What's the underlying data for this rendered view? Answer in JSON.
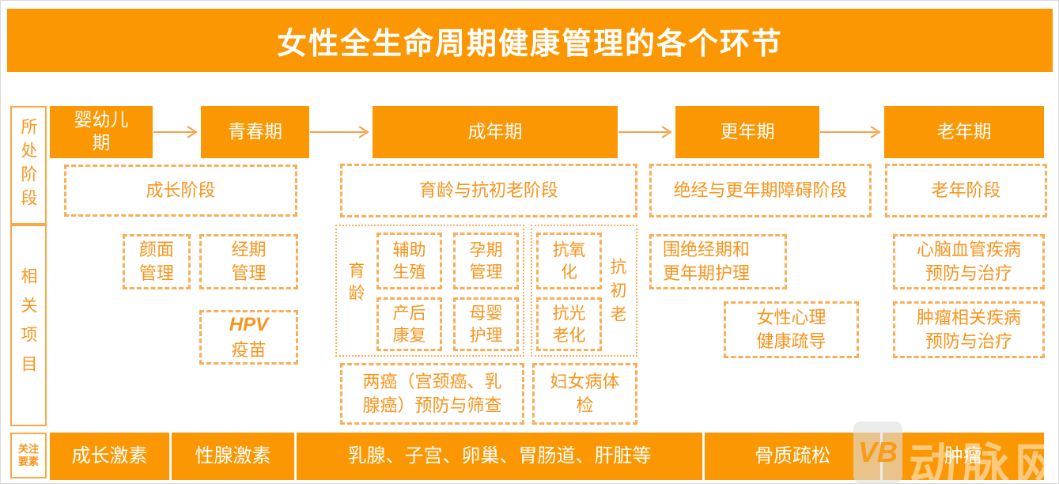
{
  "title": "女性全生命周期健康管理的各个环节",
  "colors": {
    "orange_fill": "#FB9702",
    "dashed_border": "#FBAE55",
    "orange_text": "#F8941D"
  },
  "sidebar": {
    "stage": "所处阶段",
    "projects": "相关项目",
    "focus": "关注\n要素"
  },
  "stages": [
    {
      "label": "婴幼儿\n期"
    },
    {
      "label": "青春期"
    },
    {
      "label": "成年期"
    },
    {
      "label": "更年期"
    },
    {
      "label": "老年期"
    }
  ],
  "stage_descriptions": [
    {
      "label": "成长阶段"
    },
    {
      "label": "育龄与抗初老阶段"
    },
    {
      "label": "绝经与更年期障碍阶段"
    },
    {
      "label": "老年阶段"
    }
  ],
  "projects": {
    "growth": {
      "face": "颜面\n管理",
      "period": "经期\n管理",
      "hpv_en": "HPV",
      "hpv_zh": "疫苗"
    },
    "adult": {
      "fertility_label": "育龄",
      "assisted_reproduction": "辅助\n生殖",
      "pregnancy": "孕期\n管理",
      "postpartum": "产后\n康复",
      "maternal_infant": "母婴\n护理",
      "anti_aging_label": "抗初老",
      "antioxidant": "抗氧\n化",
      "anti_photoaging": "抗光\n老化",
      "two_cancer": "两癌（宫颈癌、乳\n腺癌）预防与筛查",
      "gyn_checkup": "妇女病体\n检"
    },
    "menopause": {
      "perimenopause": "围绝经期和\n更年期护理",
      "mental_health": "女性心理\n健康疏导"
    },
    "elderly": {
      "cardiovascular": "心脑血管疾病\n预防与治疗",
      "tumor": "肿瘤相关疾病\n预防与治疗"
    }
  },
  "focus_items": [
    {
      "label": "成长激素"
    },
    {
      "label": "性腺激素"
    },
    {
      "label": "乳腺、子宫、卵巢、胃肠道、肝脏等"
    },
    {
      "label": "骨质疏松"
    },
    {
      "label": "肿瘤"
    }
  ],
  "watermark": {
    "logo": "VB",
    "name": "动脉网"
  }
}
